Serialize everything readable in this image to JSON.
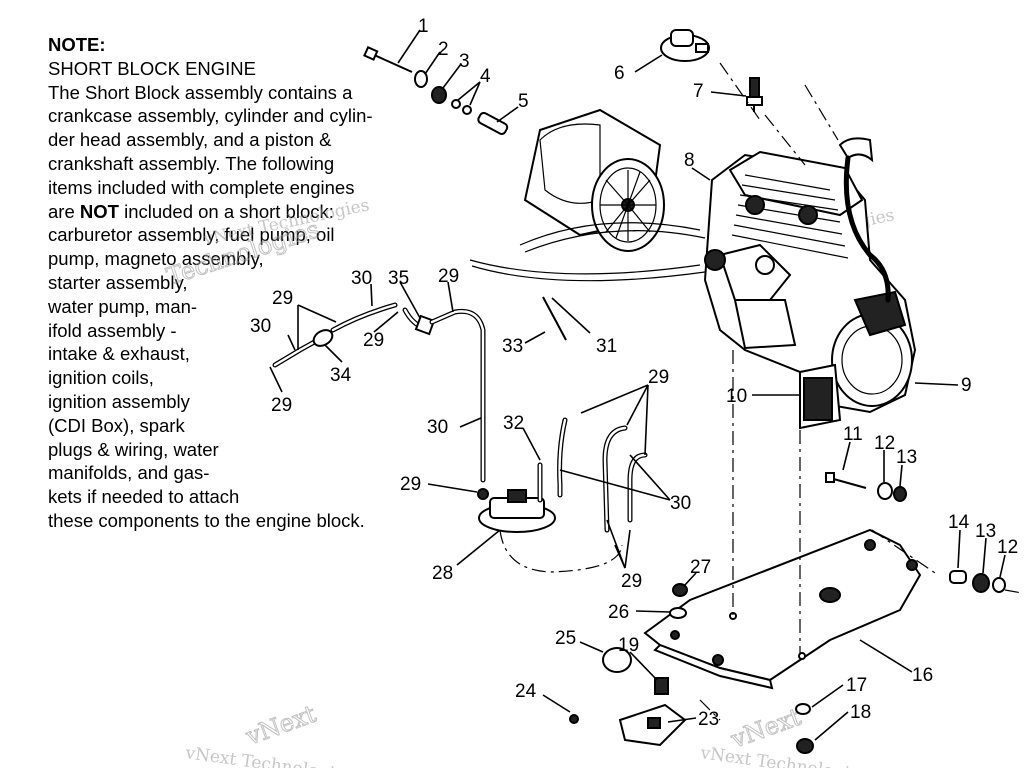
{
  "note": {
    "heading": "NOTE:",
    "lines": [
      "SHORT BLOCK ENGINE",
      "The Short Block assembly contains a",
      "crankcase assembly, cylinder and cylin-",
      "der head assembly, and a piston &",
      "crankshaft assembly.  The following",
      "items included with complete engines"
    ],
    "are_prefix": "are ",
    "not_word": "NOT",
    "are_suffix": " included on a short block:",
    "lines2": [
      "carburetor assembly, fuel pump, oil",
      "pump, magneto assembly,",
      "starter assembly,",
      "water pump, man-",
      "ifold assembly -",
      "intake & exhaust,",
      "ignition coils,",
      "ignition assembly",
      "(CDI Box), spark",
      "plugs & wiring, water",
      "manifolds, and gas-",
      "kets if needed to attach",
      "these components to the engine block."
    ]
  },
  "callouts": {
    "c1": "1",
    "c2": "2",
    "c3": "3",
    "c4": "4",
    "c5": "5",
    "c6": "6",
    "c7": "7",
    "c8": "8",
    "c9": "9",
    "c10": "10",
    "c11": "11",
    "c12a": "12",
    "c13a": "13",
    "c14": "14",
    "c13b": "13",
    "c12b": "12",
    "c16": "16",
    "c17": "17",
    "c18": "18",
    "c19": "19",
    "c23": "23",
    "c24": "24",
    "c25": "25",
    "c26": "26",
    "c27": "27",
    "c28": "28",
    "c29a": "29",
    "c29b": "29",
    "c29c": "29",
    "c29d": "29",
    "c29e": "29",
    "c29f": "29",
    "c30a": "30",
    "c30b": "30",
    "c30c": "30",
    "c30d": "30",
    "c31": "31",
    "c32": "32",
    "c33": "33",
    "c34": "34",
    "c35": "35"
  },
  "watermarks": {
    "w1": "vNext Technologies",
    "w2": "vNext",
    "w3": "Technologies",
    "w4": "vNext Technologies",
    "w5": "vNext",
    "w6": "vNext Technologies",
    "w7": "vNext",
    "w8": "vNext Technologies"
  }
}
